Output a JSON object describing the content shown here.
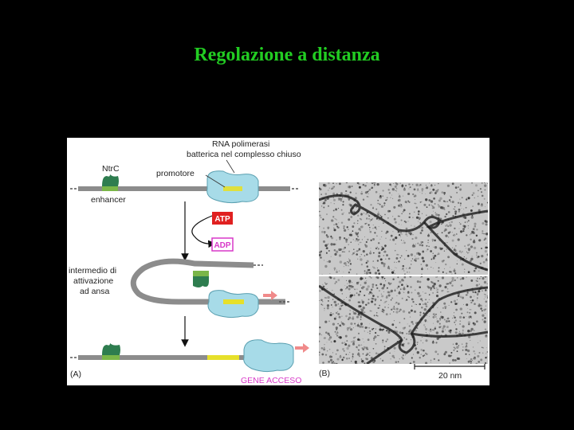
{
  "slide": {
    "title": "Regolazione a distanza"
  },
  "figure": {
    "labels": {
      "rna_polymerase_line1": "RNA polimerasi",
      "rna_polymerase_line2": "batterica nel complesso chiuso",
      "ntrc": "NtrC",
      "promoter": "promotore",
      "enhancer": "enhancer",
      "atp": "ATP",
      "adp": "ADP",
      "loop_line1": "intermedio di",
      "loop_line2": "attivazione",
      "loop_line3": "ad ansa",
      "gene_on": "GENE ACCESO",
      "panel_a": "(A)",
      "panel_b": "(B)",
      "scale_bar": "20 nm"
    },
    "colors": {
      "dna": "#8c8c8c",
      "ntrc_protein": "#2e7d4f",
      "enhancer_site": "#7ab648",
      "promoter_site": "#e6e02a",
      "polymerase": "#a7dbe8",
      "atp_box": "#e02020",
      "adp_box": "#d838c8",
      "arrow_pink": "#f08a8a",
      "title_green": "#22cc22"
    }
  }
}
